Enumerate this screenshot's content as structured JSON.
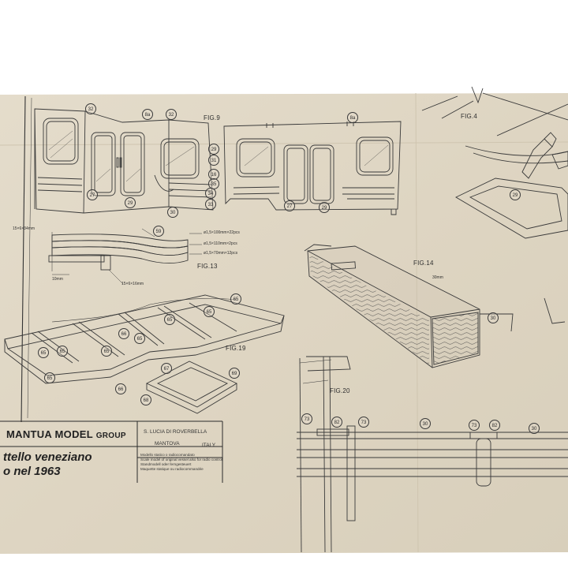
{
  "figures": {
    "fig9": "FIG.9",
    "fig4": "FIG.4",
    "fig13": "FIG.13",
    "fig14": "FIG.14",
    "fig19": "FIG.19",
    "fig20": "FIG.20"
  },
  "dimensions": {
    "strip_top": "15×6×34mm",
    "strip_side": "10mm",
    "strip_bottom": "15×6×16mm",
    "nails_1": "ø1,5×100mm×22pcs",
    "nails_2": "ø1,5×110mm×2pcs",
    "nails_3": "ø1,5×70mm×12pcs",
    "fig14_dim": "30mm"
  },
  "part_numbers": {
    "p32a": "32",
    "p8a": "8a",
    "p32b": "32",
    "p8b": "8a",
    "p29a": "29",
    "p31": "31",
    "p27a": "27",
    "p29b": "29",
    "p30a": "30",
    "p16": "16",
    "p35": "35",
    "p34": "34",
    "p33": "33",
    "p27b": "27",
    "p29c": "29",
    "p29d": "29",
    "p59": "59",
    "p65a": "65",
    "p65b": "65",
    "p65c": "65",
    "p65d": "65",
    "p65e": "65",
    "p65f": "65",
    "p65g": "65",
    "p65h": "65",
    "p66a": "66",
    "p66b": "66",
    "p67": "67",
    "p68": "68",
    "p69": "69",
    "p30b": "30",
    "p73a": "73",
    "p82a": "82",
    "p73b": "73",
    "p30c": "30",
    "p73c": "73",
    "p82b": "82",
    "p30d": "30"
  },
  "title_block": {
    "brand_main": "MANTUA MODEL",
    "brand_sub": "GROUP",
    "address_1": "S. LUCIA DI ROVERBELLA",
    "address_2": "MANTOVA",
    "address_3": "ITALY",
    "model_line1": "ttello veneziano",
    "model_line2": "o nel 1963",
    "desc_1": "Modello statico o radiocomandato",
    "desc_2": "Scale model of original vessel also for radio control",
    "desc_3": "Standmodell oder ferngesteuert",
    "desc_4": "Maquette statique ou radiocommandée"
  }
}
